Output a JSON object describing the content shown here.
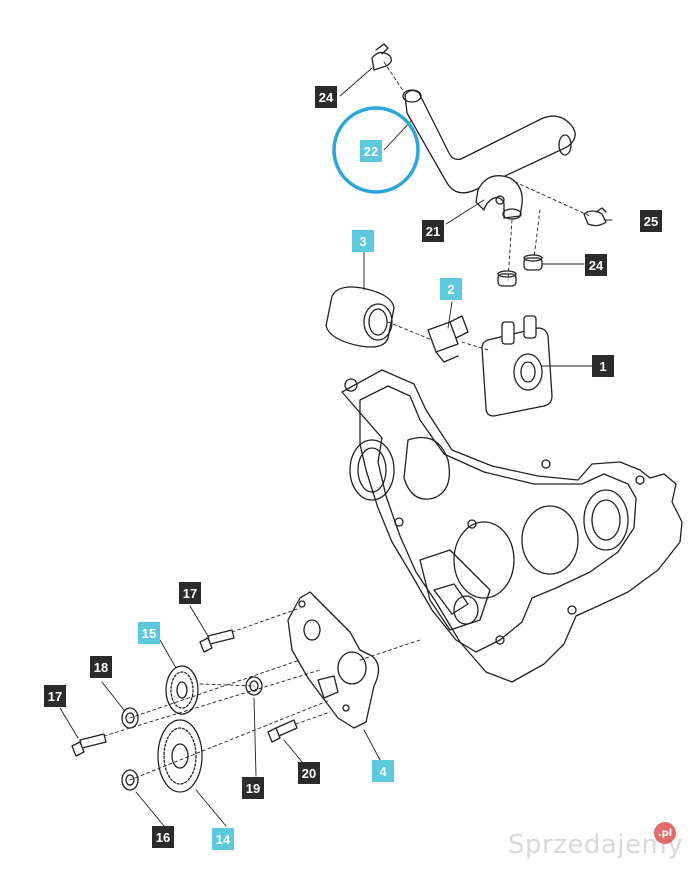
{
  "labels": [
    {
      "id": "24a",
      "text": "24",
      "style": "dark"
    },
    {
      "id": "22",
      "text": "22",
      "style": "cyan"
    },
    {
      "id": "21",
      "text": "21",
      "style": "dark"
    },
    {
      "id": "25",
      "text": "25",
      "style": "dark"
    },
    {
      "id": "24b",
      "text": "24",
      "style": "dark"
    },
    {
      "id": "3",
      "text": "3",
      "style": "cyan"
    },
    {
      "id": "2",
      "text": "2",
      "style": "cyan"
    },
    {
      "id": "1",
      "text": "1",
      "style": "dark"
    },
    {
      "id": "17a",
      "text": "17",
      "style": "dark"
    },
    {
      "id": "15",
      "text": "15",
      "style": "cyan"
    },
    {
      "id": "18",
      "text": "18",
      "style": "dark"
    },
    {
      "id": "17b",
      "text": "17",
      "style": "dark"
    },
    {
      "id": "19",
      "text": "19",
      "style": "dark"
    },
    {
      "id": "20",
      "text": "20",
      "style": "dark"
    },
    {
      "id": "4",
      "text": "4",
      "style": "cyan"
    },
    {
      "id": "16",
      "text": "16",
      "style": "dark"
    },
    {
      "id": "14",
      "text": "14",
      "style": "cyan"
    }
  ],
  "colors": {
    "dark_label": "#2b2b2b",
    "cyan_label": "#5cc9dc",
    "highlight_circle": "#2aa6d9",
    "line": "#222222"
  },
  "watermark": {
    "text": "Sprzedajemy",
    "badge": ".pl"
  }
}
